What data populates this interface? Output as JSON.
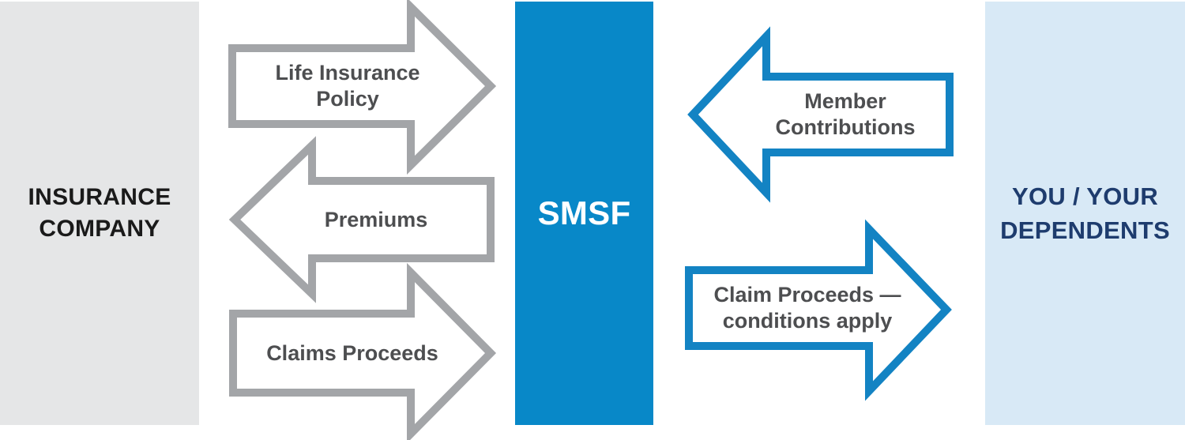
{
  "diagram_title": "SMSF life insurance flow diagram",
  "colors": {
    "insurance_block_bg": "#e5e6e7",
    "smsf_block_bg": "#0888c8",
    "dependents_block_bg": "#d8e9f6",
    "gray_arrow_outline": "#a3a5a8",
    "blue_arrow_outline": "#1383c3",
    "arrow_fill": "#ffffff",
    "arrow_label_text": "#4d4e50",
    "insurance_label_text": "#1a1a1a",
    "smsf_label_text": "#ffffff",
    "dependents_label_text": "#1e3c6e"
  },
  "entities": {
    "insurance_company": {
      "lines": [
        "INSURANCE",
        "COMPANY"
      ]
    },
    "smsf": {
      "label": "SMSF"
    },
    "dependents": {
      "lines": [
        "YOU / YOUR",
        "DEPENDENTS"
      ]
    }
  },
  "flows": {
    "life_insurance_policy": {
      "lines": [
        "Life Insurance",
        "Policy"
      ],
      "from": "INSURANCE COMPANY",
      "to": "SMSF",
      "direction": "right",
      "style": "gray"
    },
    "premiums": {
      "lines": [
        "Premiums"
      ],
      "from": "SMSF",
      "to": "INSURANCE COMPANY",
      "direction": "left",
      "style": "gray"
    },
    "claims_proceeds": {
      "lines": [
        "Claims Proceeds"
      ],
      "from": "INSURANCE COMPANY",
      "to": "SMSF",
      "direction": "right",
      "style": "gray"
    },
    "member_contributions": {
      "lines": [
        "Member",
        "Contributions"
      ],
      "from": "YOU / YOUR DEPENDENTS",
      "to": "SMSF",
      "direction": "left",
      "style": "blue"
    },
    "claim_proceeds_conditions": {
      "lines": [
        "Claim Proceeds —",
        "conditions apply"
      ],
      "from": "SMSF",
      "to": "YOU / YOUR DEPENDENTS",
      "direction": "right",
      "style": "blue"
    }
  }
}
